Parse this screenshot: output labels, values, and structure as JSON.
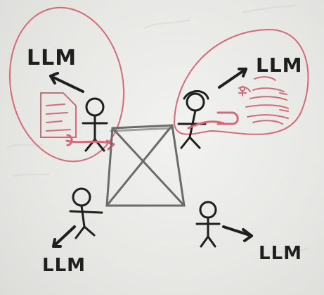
{
  "drawing": {
    "labels": {
      "llm_top_left": "LLM",
      "llm_top_right": "LLM",
      "llm_bottom_left": "LLM",
      "llm_bottom_right": "LLM"
    }
  },
  "colors": {
    "board": "#e9e9e7",
    "ink_black": "#1f1f1f",
    "ink_red": "#d46a78",
    "ink_grey": "#6b6b6b"
  }
}
